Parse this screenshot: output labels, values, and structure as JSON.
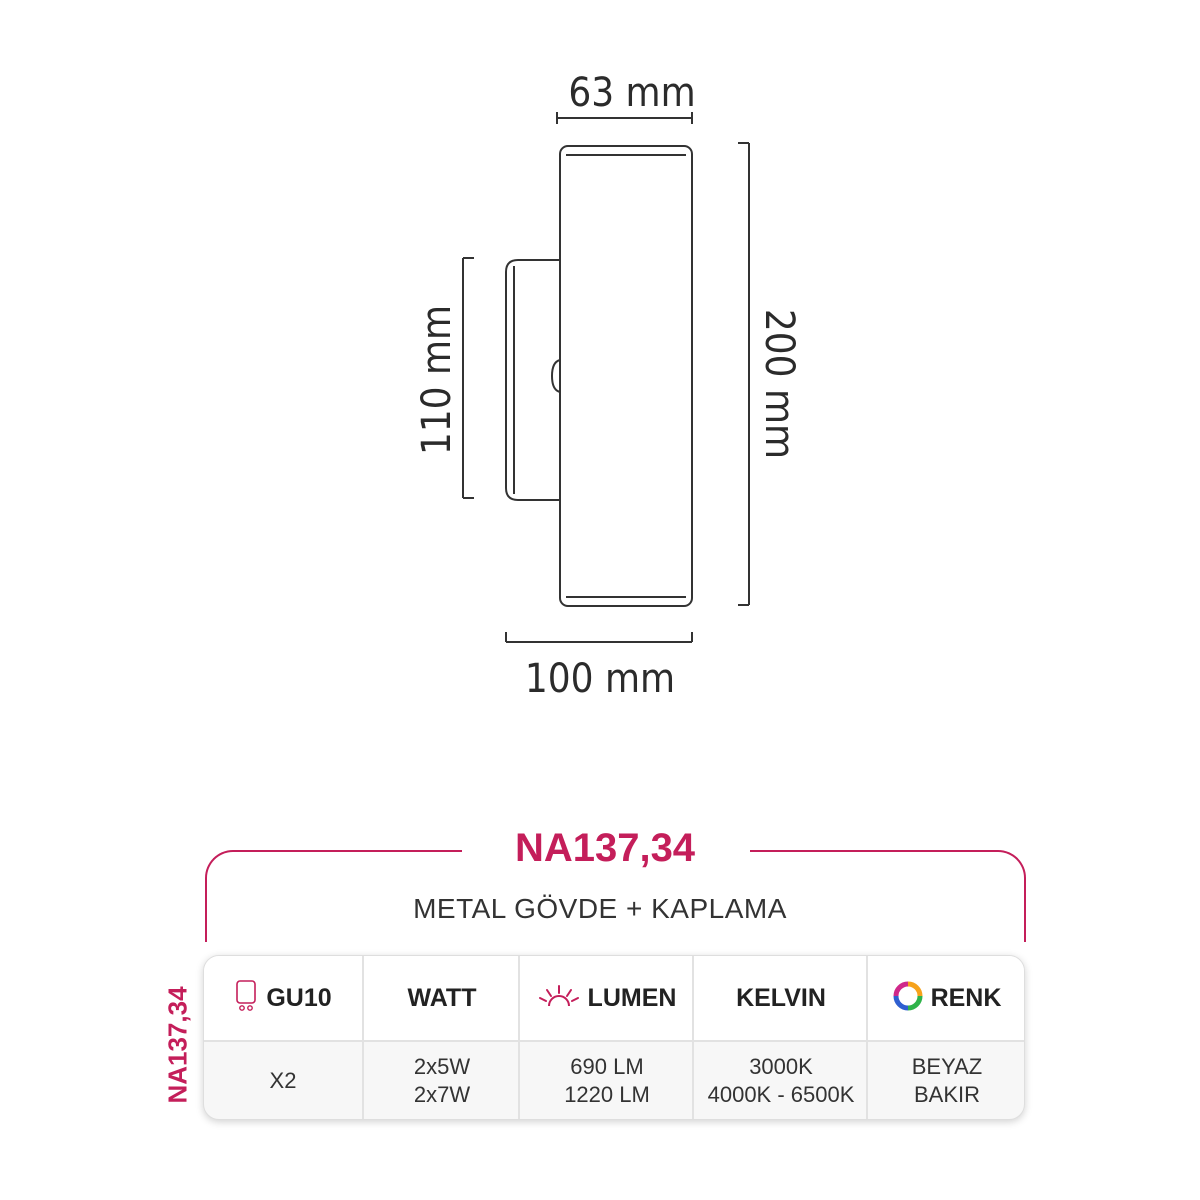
{
  "drawing": {
    "dimensions": {
      "width_top": "63 mm",
      "height_total": "200 mm",
      "height_base": "110 mm",
      "depth_bottom": "100 mm"
    }
  },
  "product": {
    "model_code": "NA137,34",
    "material": "METAL GÖVDE + KAPLAMA",
    "side_code": "NA137,34"
  },
  "specs": {
    "columns": [
      {
        "label": "GU10",
        "icon": "bulb-socket-icon",
        "values": [
          "X2"
        ]
      },
      {
        "label": "WATT",
        "icon": "",
        "values": [
          "2x5W",
          "2x7W"
        ]
      },
      {
        "label": "LUMEN",
        "icon": "light-rays-icon",
        "values": [
          "690 LM",
          "1220 LM"
        ]
      },
      {
        "label": "KELVIN",
        "icon": "",
        "values": [
          "3000K",
          "4000K - 6500K"
        ]
      },
      {
        "label": "RENK",
        "icon": "color-wheel-icon",
        "values": [
          "BEYAZ",
          "BAKIR"
        ]
      }
    ]
  },
  "colors": {
    "accent": "#c41e5a",
    "line": "#333333"
  }
}
